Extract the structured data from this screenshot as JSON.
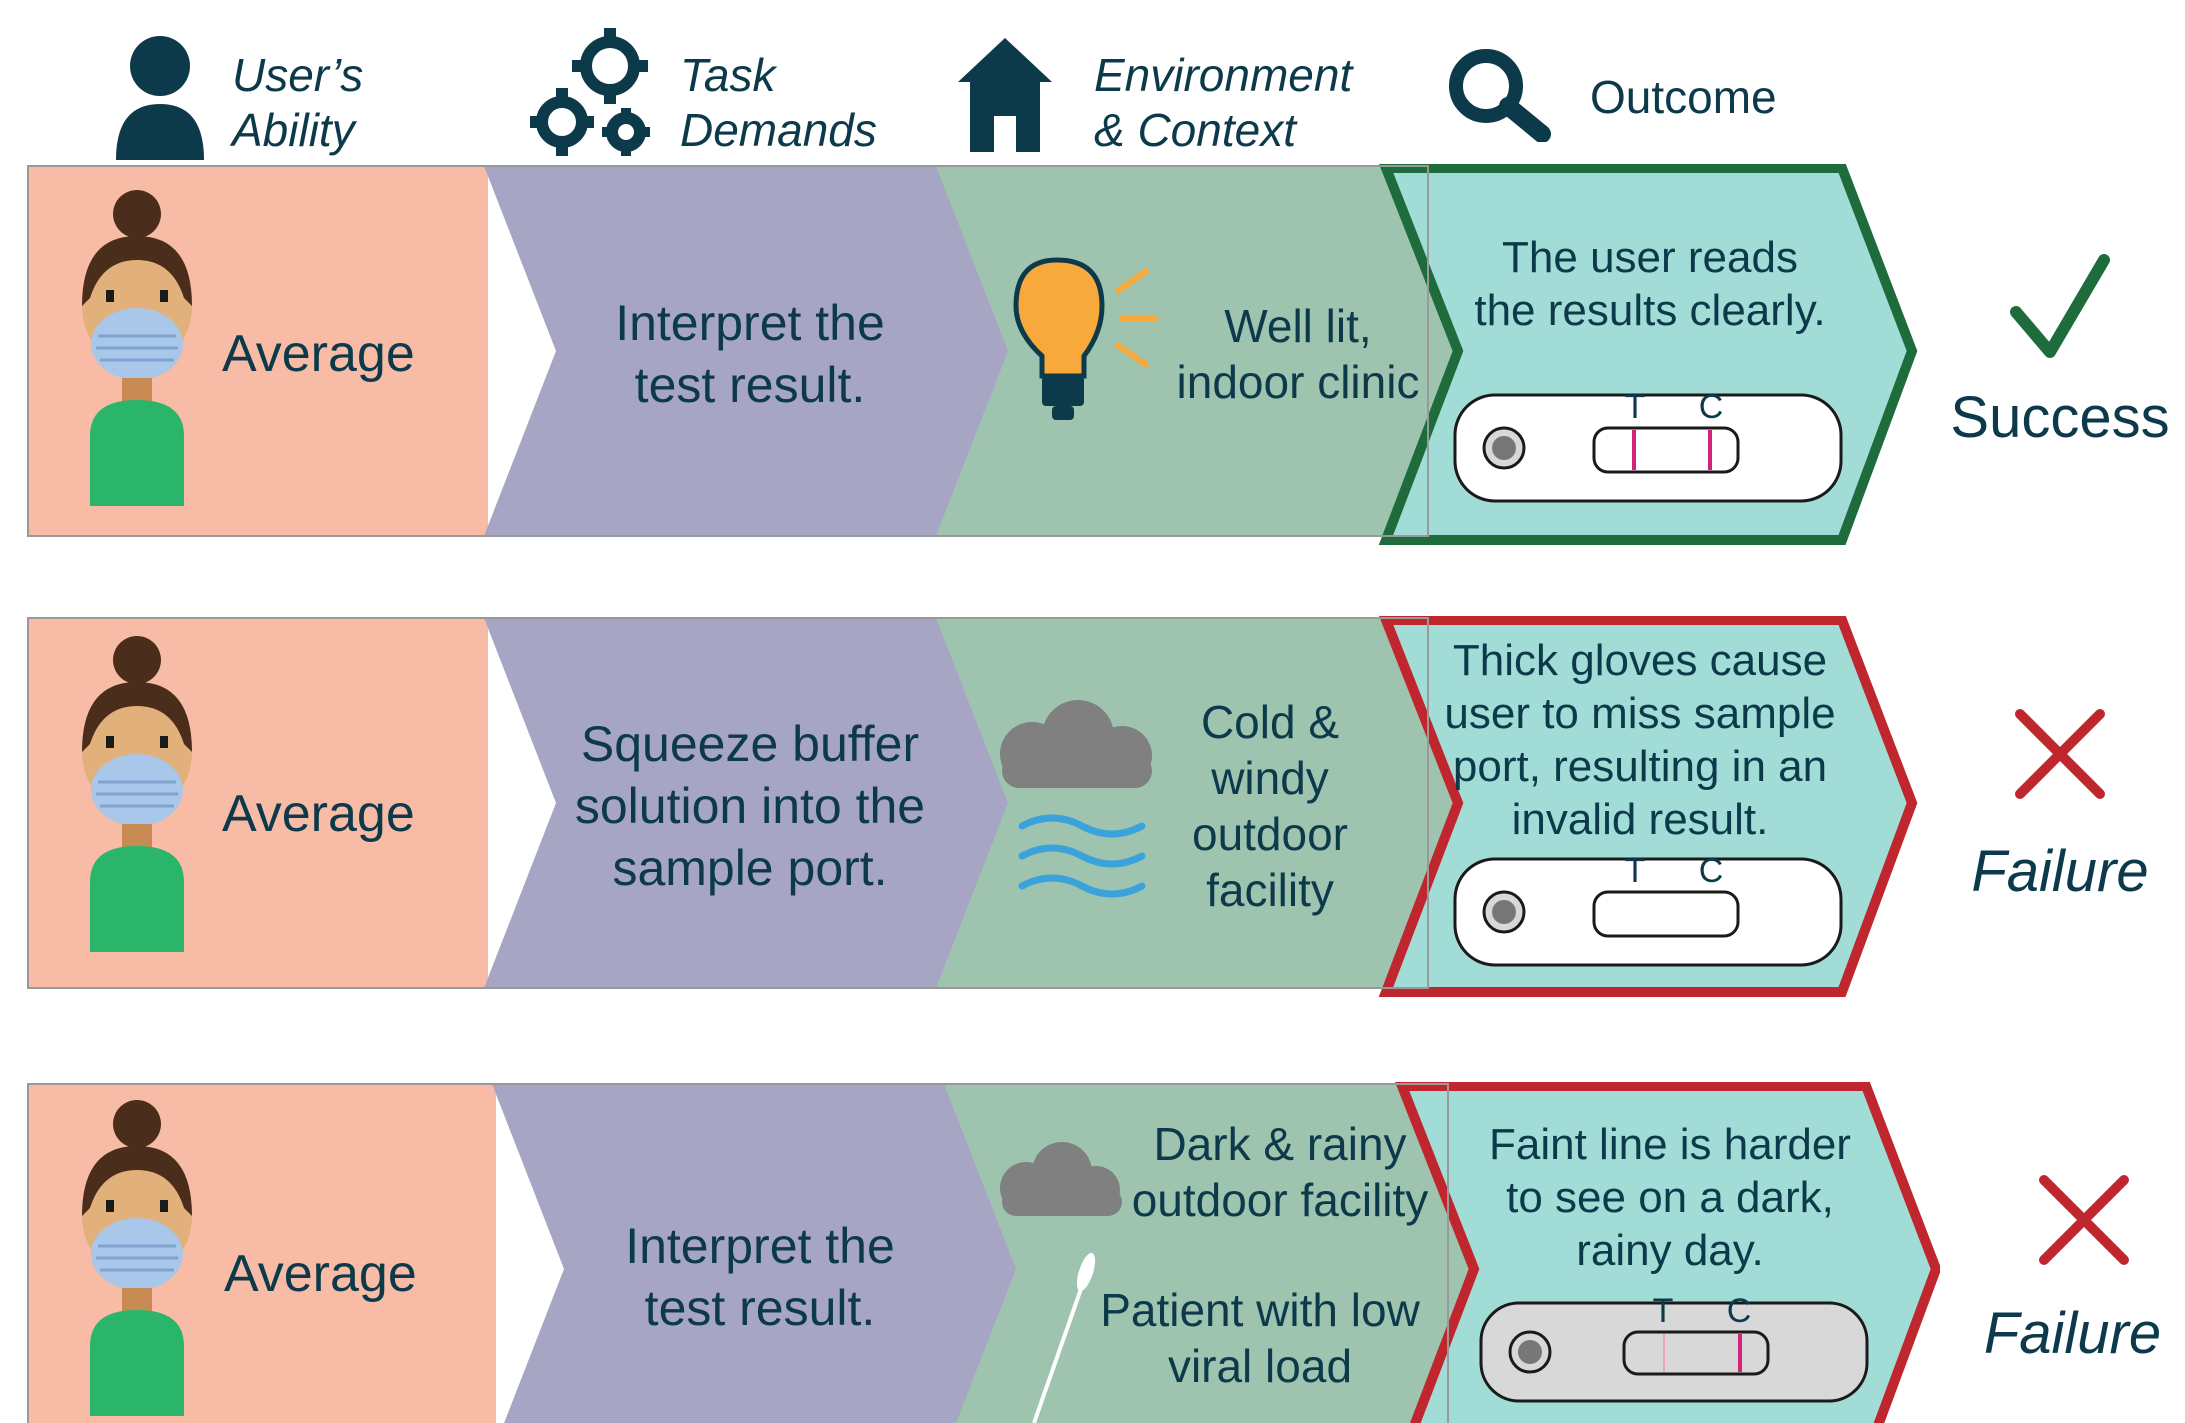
{
  "header": {
    "ability": {
      "label": "User’s\nAbility",
      "icon": "person-icon"
    },
    "task": {
      "label": "Task\nDemands",
      "icon": "gears-icon"
    },
    "environment": {
      "label": "Environment\n& Context",
      "icon": "house-icon"
    },
    "outcome": {
      "label": "Outcome",
      "icon": "magnifier-icon"
    }
  },
  "rows": [
    {
      "ability": "Average",
      "task": [
        "Interpret the",
        "test result."
      ],
      "environment": [
        "Well lit,",
        "indoor clinic"
      ],
      "environment_icon": "lightbulb-icon",
      "outcome": [
        "The user reads",
        "the results clearly."
      ],
      "test_labels": {
        "t": "T",
        "c": "C"
      },
      "strip_lines": "both-lines",
      "verdict": "Success",
      "verdict_icon": "checkmark-icon",
      "outcome_border": "#1e6b3c"
    },
    {
      "ability": "Average",
      "task": [
        "Squeeze buffer",
        "solution into the",
        "sample port."
      ],
      "environment": [
        "Cold &",
        "windy",
        "outdoor",
        "facility"
      ],
      "environment_icon": "cloud-wind-icon",
      "outcome": [
        "Thick gloves cause",
        "user to miss sample",
        "port, resulting in an",
        "invalid result."
      ],
      "test_labels": {
        "t": "T",
        "c": "C"
      },
      "strip_lines": "no-lines",
      "verdict": "Failure",
      "verdict_icon": "cross-icon",
      "outcome_border": "#c0262e"
    },
    {
      "ability": "Average",
      "task": [
        "Interpret the",
        "test result."
      ],
      "environment": [
        "Dark & rainy",
        "outdoor facility"
      ],
      "environment_extra": [
        "Patient with low",
        "viral load"
      ],
      "environment_icon": "cloud-swab-icon",
      "outcome": [
        "Faint line is harder",
        "to see on a dark,",
        "rainy day."
      ],
      "test_labels": {
        "t": "T",
        "c": "C"
      },
      "strip_lines": "faint-line",
      "verdict": "Failure",
      "verdict_icon": "cross-icon",
      "outcome_border": "#c0262e"
    }
  ],
  "colors": {
    "ability": "#f8bca6",
    "task": "#a6a6c4",
    "environment": "#9ec4b0",
    "outcome": "#a2dcd6",
    "text": "#0d3a4a",
    "success": "#1e6b3c",
    "failure": "#c0262e"
  }
}
